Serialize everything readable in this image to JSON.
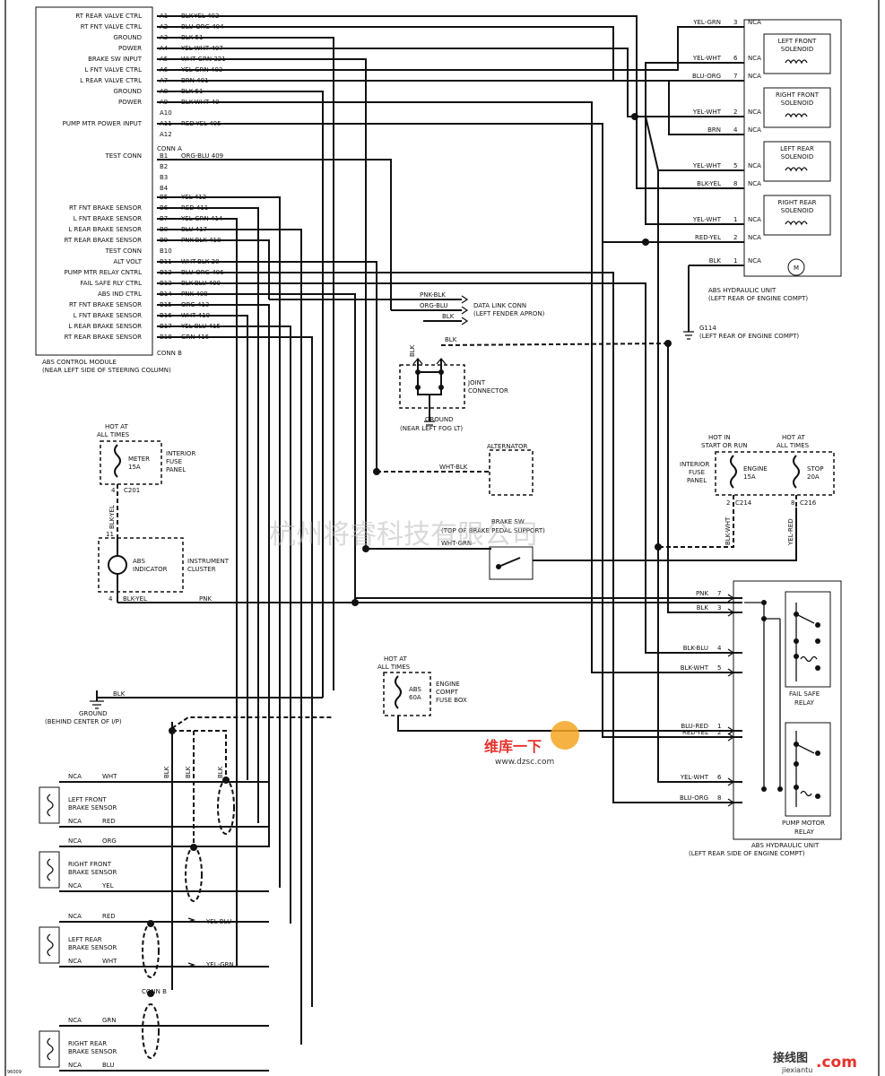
{
  "module": {
    "name_line1": "ABS CONTROL MODULE",
    "name_line2": "(NEAR LEFT SIDE OF STEERING COLUMN)",
    "conn_a": "CONN A",
    "conn_b": "CONN B",
    "pins": [
      {
        "label": "RT REAR VALVE CTRL",
        "pin": "A1",
        "wire": "BLK-YEL 402"
      },
      {
        "label": "RT FNT VALVE CTRL",
        "pin": "A2",
        "wire": "BLU-ORG 404"
      },
      {
        "label": "GROUND",
        "pin": "A3",
        "wire": "BLK 51"
      },
      {
        "label": "POWER",
        "pin": "A4",
        "wire": "YEL-WHT 407"
      },
      {
        "label": "BRAKE SW INPUT",
        "pin": "A5",
        "wire": "WHT-GRN 321"
      },
      {
        "label": "L FNT VALVE CTRL",
        "pin": "A6",
        "wire": "YEL-GRN 403"
      },
      {
        "label": "L REAR VALVE CTRL",
        "pin": "A7",
        "wire": "BRN 401"
      },
      {
        "label": "GROUND",
        "pin": "A8",
        "wire": "BLK 51"
      },
      {
        "label": "POWER",
        "pin": "A9",
        "wire": "BLK-WHT 40"
      },
      {
        "label": "",
        "pin": "A10",
        "wire": ""
      },
      {
        "label": "PUMP MTR POWER INPUT",
        "pin": "A11",
        "wire": "RED-YEL 405"
      },
      {
        "label": "",
        "pin": "A12",
        "wire": ""
      },
      {
        "label": "TEST CONN",
        "pin": "B1",
        "wire": "ORG-BLU 409"
      },
      {
        "label": "",
        "pin": "B2",
        "wire": ""
      },
      {
        "label": "",
        "pin": "B3",
        "wire": ""
      },
      {
        "label": "",
        "pin": "B4",
        "wire": ""
      },
      {
        "label": "",
        "pin": "B5",
        "wire": "YEL 412"
      },
      {
        "label": "RT FNT BRAKE SENSOR",
        "pin": "B6",
        "wire": "RED 411"
      },
      {
        "label": "L FNT BRAKE SENSOR",
        "pin": "B7",
        "wire": "YEL-GRN 414"
      },
      {
        "label": "L REAR BRAKE SENSOR",
        "pin": "B8",
        "wire": "BLU 417"
      },
      {
        "label": "RT REAR BRAKE SENSOR",
        "pin": "B9",
        "wire": "PNK-BLK 418"
      },
      {
        "label": "TEST CONN",
        "pin": "B10",
        "wire": ""
      },
      {
        "label": "ALT VOLT",
        "pin": "B11",
        "wire": "WHT-BLK 20"
      },
      {
        "label": "PUMP MTR RELAY CNTRL",
        "pin": "B12",
        "wire": "BLU-ORG 406"
      },
      {
        "label": "FAIL SAFE RLY CTRL",
        "pin": "B13",
        "wire": "BLK-BLU 400"
      },
      {
        "label": "ABS IND CTRL",
        "pin": "B14",
        "wire": "PNK 408"
      },
      {
        "label": "RT FNT BRAKE SENSOR",
        "pin": "B15",
        "wire": "ORG 413"
      },
      {
        "label": "L FNT BRAKE SENSOR",
        "pin": "B16",
        "wire": "WHT 410"
      },
      {
        "label": "L REAR BRAKE SENSOR",
        "pin": "B17",
        "wire": "YEL-BLU 415"
      },
      {
        "label": "RT REAR BRAKE SENSOR",
        "pin": "B18",
        "wire": "GRN 416"
      }
    ]
  },
  "hydraulic_unit_top": {
    "caption_line1": "ABS HYDRAULIC UNIT",
    "caption_line2": "(LEFT REAR OF ENGINE COMPT)",
    "nca": "NCA",
    "wires": [
      {
        "wire": "YEL-GRN",
        "pin": "3"
      },
      {
        "wire": "YEL-WHT",
        "pin": "6"
      },
      {
        "wire": "BLU-ORG",
        "pin": "7"
      },
      {
        "wire": "YEL-WHT",
        "pin": "2"
      },
      {
        "wire": "BRN",
        "pin": "4"
      },
      {
        "wire": "YEL-WHT",
        "pin": "5"
      },
      {
        "wire": "BLK-YEL",
        "pin": "8"
      },
      {
        "wire": "YEL-WHT",
        "pin": "1"
      },
      {
        "wire": "RED-YEL",
        "pin": "2"
      },
      {
        "wire": "BLK",
        "pin": "1"
      }
    ],
    "solenoids": [
      {
        "line1": "LEFT FRONT",
        "line2": "SOLENOID"
      },
      {
        "line1": "RIGHT FRONT",
        "line2": "SOLENOID"
      },
      {
        "line1": "LEFT REAR",
        "line2": "SOLENOID"
      },
      {
        "line1": "RIGHT REAR",
        "line2": "SOLENOID"
      }
    ],
    "motor_symbol": "M"
  },
  "ground_g114": {
    "line1": "G114",
    "line2": "(LEFT REAR OF ENGINE COMPT)"
  },
  "data_link": {
    "line1": "DATA LINK CONN",
    "line2": "(LEFT FENDER APRON)",
    "wires": [
      "PNK-BLK",
      "ORG-BLU",
      "BLK"
    ]
  },
  "joint_connector": {
    "line1": "JOINT",
    "line2": "CONNECTOR",
    "blk_top": "BLK",
    "blk_left": "BLK",
    "ground_line1": "GROUND",
    "ground_line2": "(NEAR LEFT FOG LT)"
  },
  "meter_fuse": {
    "hot_line1": "HOT AT",
    "hot_line2": "ALL TIMES",
    "fuse_line1": "METER",
    "fuse_line2": "15A",
    "panel_line1": "INTERIOR",
    "panel_line2": "FUSE",
    "panel_line3": "PANEL",
    "connector": "C201",
    "pin": "4",
    "wire": "BLK-YEL"
  },
  "instrument_cluster": {
    "pin_top": "11",
    "indicator_line1": "ABS",
    "indicator_line2": "INDICATOR",
    "cluster_line1": "INSTRUMENT",
    "cluster_line2": "CLUSTER",
    "pin_bottom": "4",
    "wire_left": "BLK-YEL",
    "wire_right": "PNK"
  },
  "alternator": {
    "label": "ALTERNATOR",
    "wire": "WHT-BLK"
  },
  "brake_switch": {
    "line1": "BRAKE SW",
    "line2": "(TOP OF BRAKE PEDAL SUPPORT)",
    "wire": "WHT-GRN"
  },
  "right_fuses": {
    "hot1_line1": "HOT IN",
    "hot1_line2": "START OR RUN",
    "hot2_line1": "HOT AT",
    "hot2_line2": "ALL TIMES",
    "panel_line1": "INTERIOR",
    "panel_line2": "FUSE",
    "panel_line3": "PANEL",
    "fuse1_line1": "ENGINE",
    "fuse1_line2": "15A",
    "fuse2_line1": "STOP",
    "fuse2_line2": "20A",
    "c1_pin": "2",
    "c1": "C214",
    "c2_pin": "8",
    "c2": "C216",
    "wire1": "BLK-WHT",
    "wire2": "YEL-RED"
  },
  "hydraulic_unit_bottom": {
    "caption_line1": "ABS HYDRAULIC UNIT",
    "caption_line2": "(LEFT REAR SIDE OF ENGINE COMPT)",
    "wires": [
      {
        "wire": "PNK",
        "pin": "7"
      },
      {
        "wire": "BLK",
        "pin": "3"
      },
      {
        "wire": "BLK-BLU",
        "pin": "4"
      },
      {
        "wire": "BLK-WHT",
        "pin": "5"
      },
      {
        "wire": "BLU-RED",
        "pin": "1"
      },
      {
        "wire": "RED-YEL",
        "pin": "2"
      },
      {
        "wire": "YEL-WHT",
        "pin": "6"
      },
      {
        "wire": "BLU-ORG",
        "pin": "8"
      }
    ],
    "fail_safe_line1": "FAIL SAFE",
    "fail_safe_line2": "RELAY",
    "pump_line1": "PUMP MOTOR",
    "pump_line2": "RELAY"
  },
  "abs_fuse": {
    "hot_line1": "HOT AT",
    "hot_line2": "ALL TIMES",
    "fuse_line1": "ABS",
    "fuse_line2": "60A",
    "box_line1": "ENGINE",
    "box_line2": "COMPT",
    "box_line3": "FUSE BOX"
  },
  "ground_ip": {
    "wire": "BLK",
    "line1": "GROUND",
    "line2": "(BEHIND CENTER OF I/P)"
  },
  "shield_wires": [
    "BLK",
    "BLK",
    "BLK"
  ],
  "sensors": [
    {
      "line1": "LEFT FRONT",
      "line2": "BRAKE SENSOR",
      "nca": "NCA",
      "wire_top": "WHT",
      "wire_bottom": "RED"
    },
    {
      "line1": "RIGHT FRONT",
      "line2": "BRAKE SENSOR",
      "nca": "NCA",
      "wire_top": "ORG",
      "wire_bottom": "YEL"
    },
    {
      "line1": "LEFT REAR",
      "line2": "BRAKE SENSOR",
      "nca": "NCA",
      "wire_top": "RED",
      "wire_bottom": "WHT",
      "extra_top": "YEL-BLU",
      "extra_bottom": "YEL-GRN"
    },
    {
      "line1": "RIGHT REAR",
      "line2": "BRAKE SENSOR",
      "nca": "NCA",
      "wire_top": "GRN",
      "wire_bottom": "BLU"
    }
  ],
  "conn_b_label": "CONN B",
  "watermark": "杭州将睿科技有限公司",
  "logo_text": "维库一下",
  "logo_url": "www.dzsc.com",
  "corner_brand": "接线图",
  "corner_url": "jiexiantu",
  "corner_com": ".com",
  "page_code": "96009"
}
